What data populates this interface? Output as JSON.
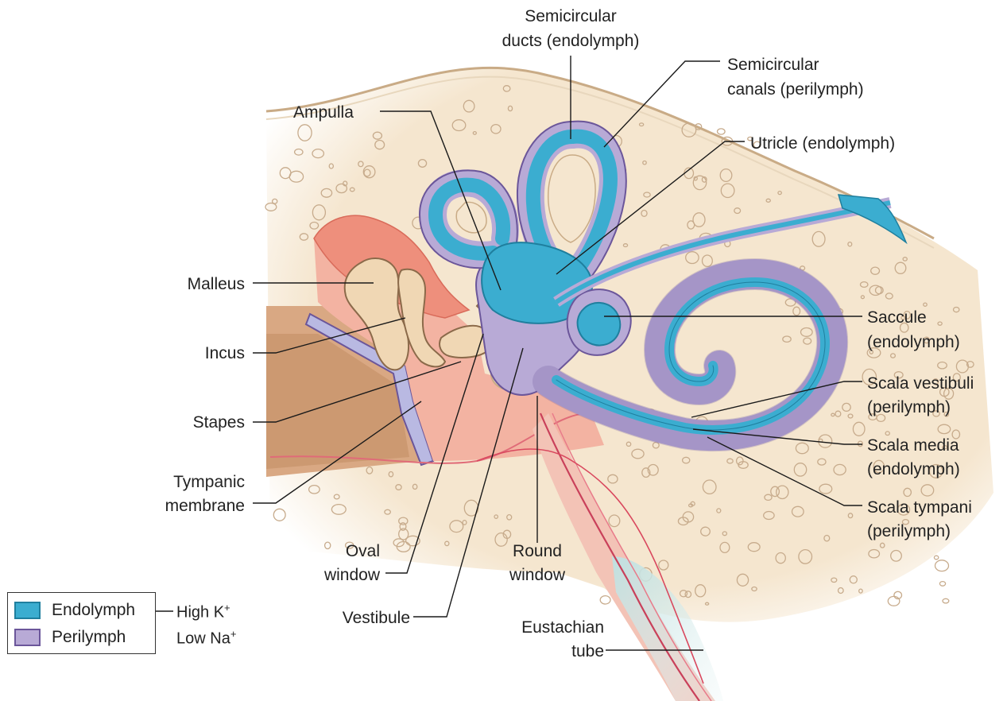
{
  "colors": {
    "endolymph": "#3badd0",
    "endolymph_border": "#1f7f9e",
    "perilymph": "#b8aad6",
    "perilymph_border": "#6b569a",
    "bone": "#f5e6cf",
    "ossicle": "#f0d7b4",
    "soft_tissue": "#ee9b8c"
  },
  "labels": {
    "semicircular_ducts": [
      "Semicircular",
      "ducts (endolymph)"
    ],
    "semicircular_canals": [
      "Semicircular",
      "canals (perilymph)"
    ],
    "utricle": "Utricle (endolymph)",
    "ampulla": "Ampulla",
    "malleus": "Malleus",
    "incus": "Incus",
    "stapes": "Stapes",
    "tympanic_membrane": [
      "Tympanic",
      "membrane"
    ],
    "oval_window": [
      "Oval",
      "window"
    ],
    "vestibule": "Vestibule",
    "round_window": [
      "Round",
      "window"
    ],
    "eustachian_tube": [
      "Eustachian",
      "tube"
    ],
    "saccule": [
      "Saccule",
      "(endolymph)"
    ],
    "scala_vestibuli": [
      "Scala vestibuli",
      "(perilymph)"
    ],
    "scala_media": [
      "Scala media",
      "(endolymph)"
    ],
    "scala_tympani": [
      "Scala tympani",
      "(perilymph)"
    ]
  },
  "legend": {
    "endolymph": "Endolymph",
    "perilymph": "Perilymph",
    "high_k": "High K",
    "high_k_sup": "+",
    "low_na": "Low Na",
    "low_na_sup": "+"
  }
}
